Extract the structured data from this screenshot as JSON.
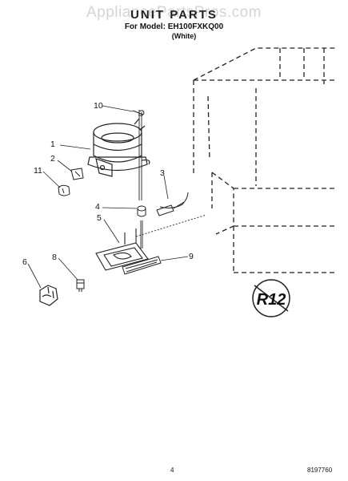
{
  "header": {
    "watermark": "AppliancePartsPros.com",
    "title": "UNIT PARTS",
    "model_line": "For Model: EH100FXKQ00",
    "color_note": "(White)"
  },
  "callouts": [
    "1",
    "2",
    "3",
    "4",
    "5",
    "6",
    "8",
    "9",
    "10",
    "11"
  ],
  "refrigerant_badge": "R12",
  "footer": {
    "page_number": "4",
    "doc_number": "8197760"
  }
}
